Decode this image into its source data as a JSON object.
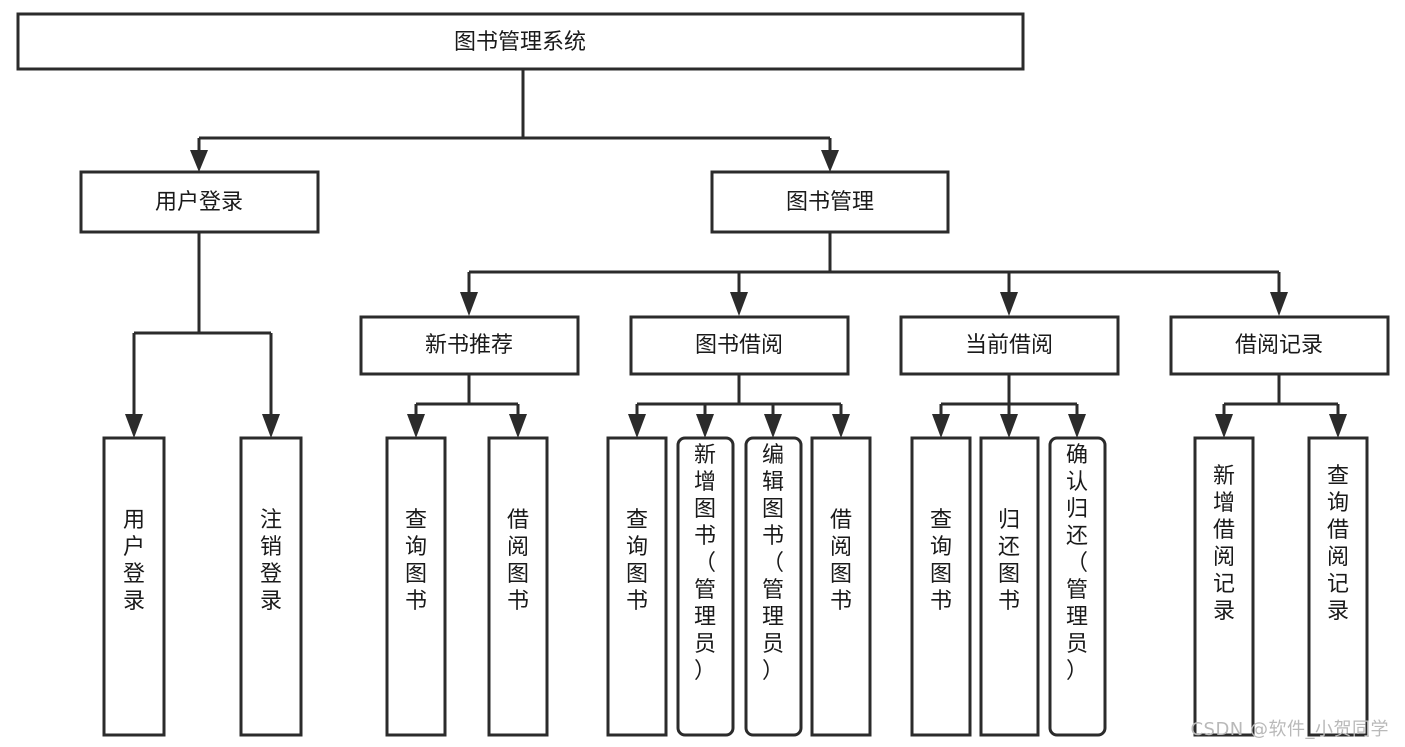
{
  "diagram": {
    "type": "tree-hierarchy",
    "title": "图书管理系统",
    "orientation": "top-down",
    "levels": [
      {
        "level": 1,
        "nodes": [
          {
            "id": "root",
            "label": "图书管理系统",
            "text_orientation": "horizontal"
          }
        ]
      },
      {
        "level": 2,
        "nodes": [
          {
            "id": "login",
            "label": "用户登录",
            "text_orientation": "horizontal",
            "parent": "root"
          },
          {
            "id": "bookmgmt",
            "label": "图书管理",
            "text_orientation": "horizontal",
            "parent": "root"
          }
        ]
      },
      {
        "level": 3,
        "nodes": [
          {
            "id": "newbook",
            "label": "新书推荐",
            "text_orientation": "horizontal",
            "parent": "bookmgmt"
          },
          {
            "id": "borrow",
            "label": "图书借阅",
            "text_orientation": "horizontal",
            "parent": "bookmgmt"
          },
          {
            "id": "current",
            "label": "当前借阅",
            "text_orientation": "horizontal",
            "parent": "bookmgmt"
          },
          {
            "id": "records",
            "label": "借阅记录",
            "text_orientation": "horizontal",
            "parent": "bookmgmt"
          }
        ]
      },
      {
        "level": 4,
        "nodes": [
          {
            "id": "leaf1",
            "label": "用户登录",
            "text_orientation": "vertical",
            "parent": "login",
            "rounded": false
          },
          {
            "id": "leaf2",
            "label": "注销登录",
            "text_orientation": "vertical",
            "parent": "login",
            "rounded": false
          },
          {
            "id": "leaf3",
            "label": "查询图书",
            "text_orientation": "vertical",
            "parent": "newbook",
            "rounded": false
          },
          {
            "id": "leaf4",
            "label": "借阅图书",
            "text_orientation": "vertical",
            "parent": "newbook",
            "rounded": false
          },
          {
            "id": "leaf5",
            "label": "查询图书",
            "text_orientation": "vertical",
            "parent": "borrow",
            "rounded": false
          },
          {
            "id": "leaf6",
            "label": "新增图书（管理员）",
            "text_orientation": "vertical",
            "parent": "borrow",
            "rounded": true
          },
          {
            "id": "leaf7",
            "label": "编辑图书（管理员）",
            "text_orientation": "vertical",
            "parent": "borrow",
            "rounded": true
          },
          {
            "id": "leaf8",
            "label": "借阅图书",
            "text_orientation": "vertical",
            "parent": "borrow",
            "rounded": false
          },
          {
            "id": "leaf9",
            "label": "查询图书",
            "text_orientation": "vertical",
            "parent": "current",
            "rounded": false
          },
          {
            "id": "leaf10",
            "label": "归还图书",
            "text_orientation": "vertical",
            "parent": "current",
            "rounded": false
          },
          {
            "id": "leaf11",
            "label": "确认归还（管理员）",
            "text_orientation": "vertical",
            "parent": "current",
            "rounded": true
          },
          {
            "id": "leaf12",
            "label": "新增借阅记录",
            "text_orientation": "vertical",
            "parent": "records",
            "rounded": false
          },
          {
            "id": "leaf13",
            "label": "查询借阅记录",
            "text_orientation": "vertical",
            "parent": "records",
            "rounded": false
          }
        ]
      }
    ],
    "colors": {
      "background": "#ffffff",
      "box_fill": "#ffffff",
      "box_stroke": "#2b2b2b",
      "connector": "#2b2b2b",
      "label_text": "#1a1a1a",
      "watermark": "#b9b9b9"
    }
  },
  "watermark": {
    "text": "CSDN @软件_小贺同学"
  }
}
